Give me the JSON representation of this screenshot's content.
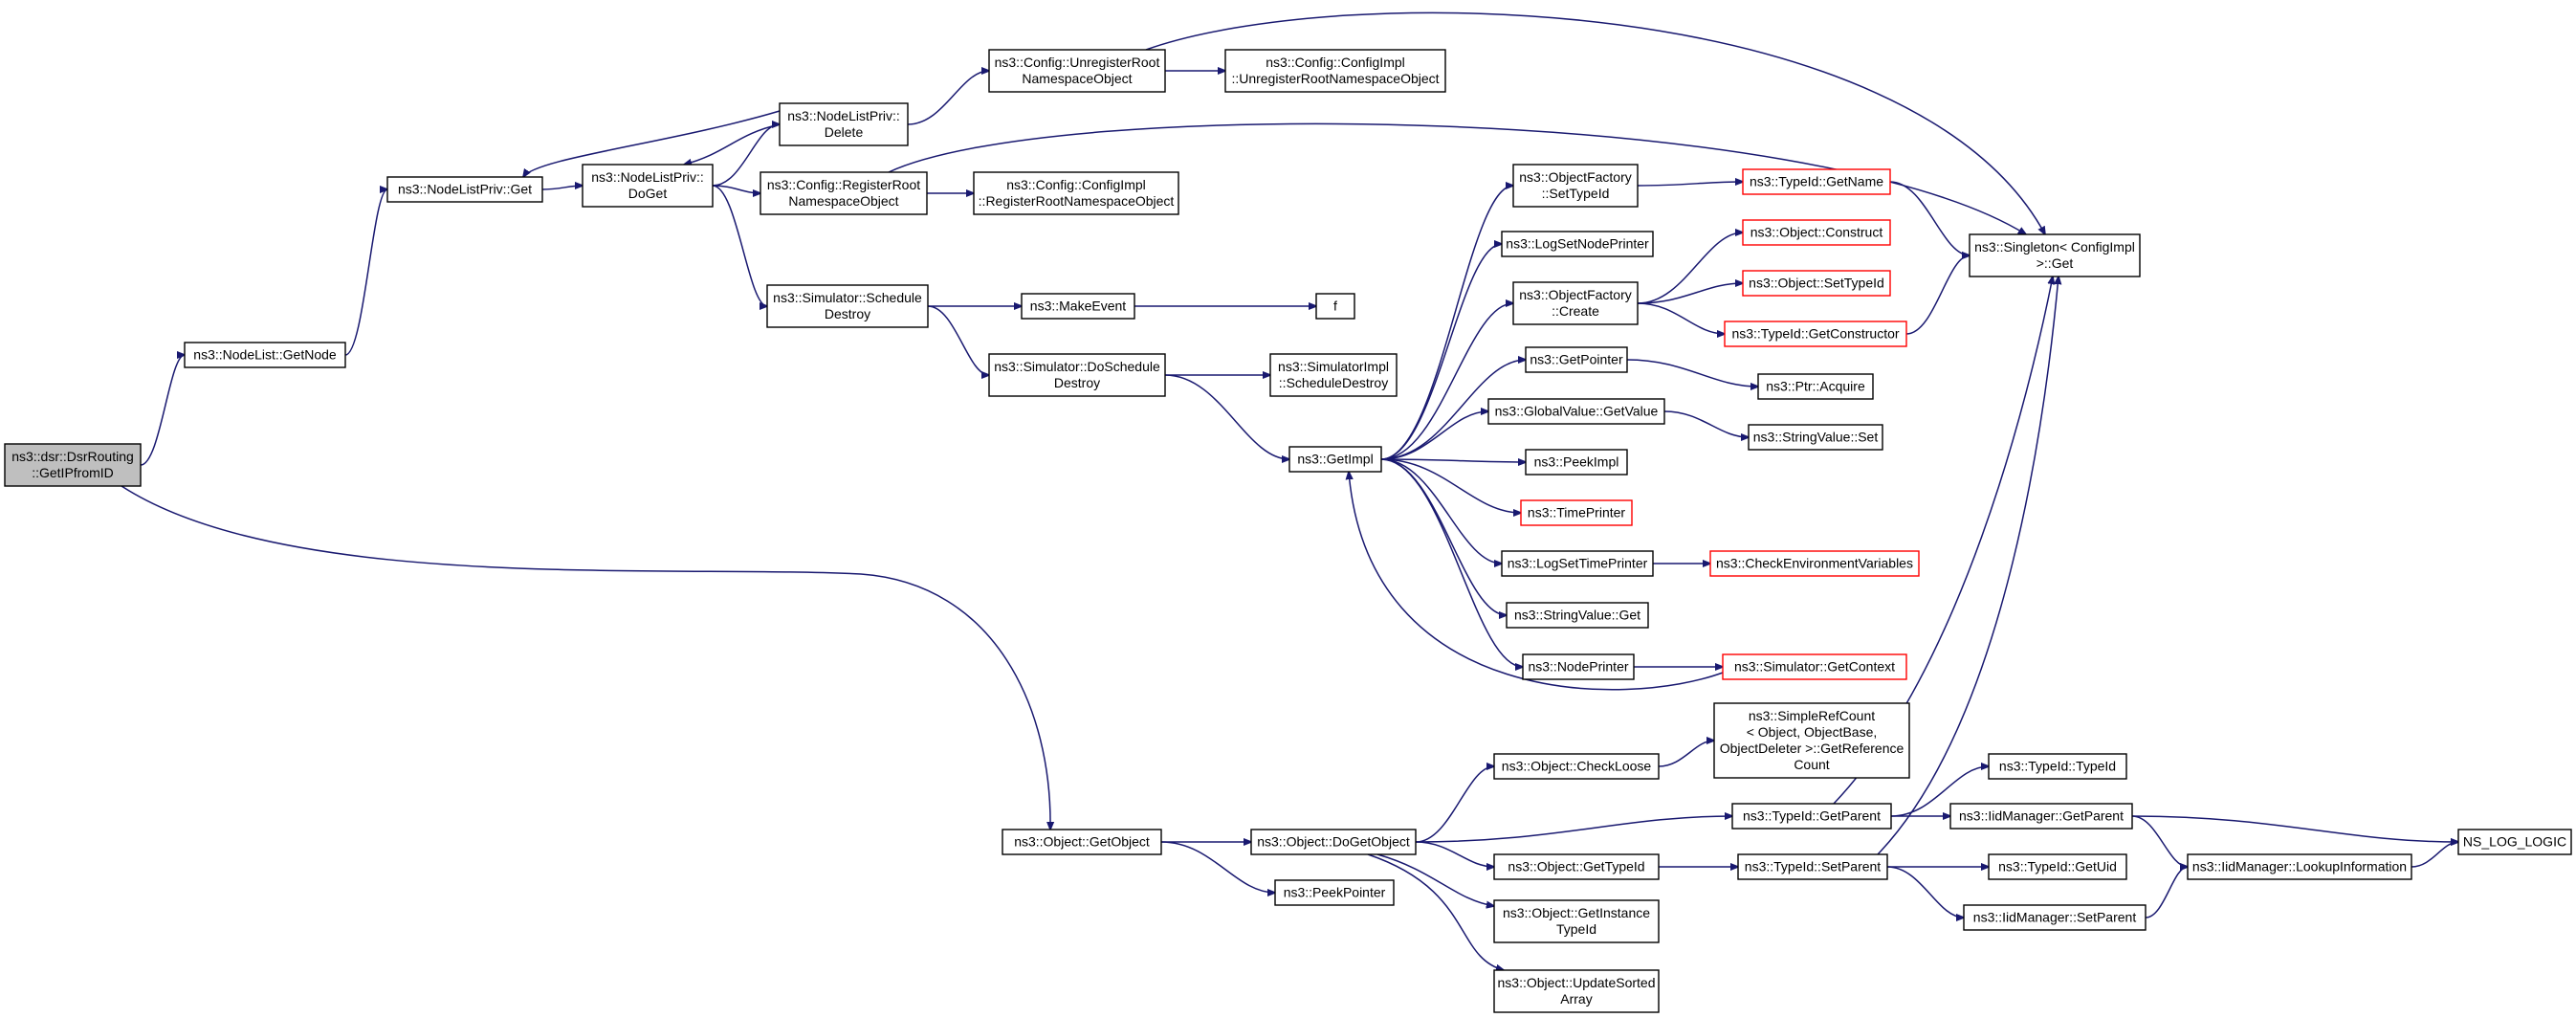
{
  "colors": {
    "edge": "#191970",
    "node_border": "#000000",
    "undocumented_border": "#ff0000",
    "root_fill": "#bfbfbf"
  },
  "nodes": [
    {
      "id": "root",
      "lines": [
        "ns3::dsr::DsrRouting",
        "::GetIPfromID"
      ],
      "root": true
    },
    {
      "id": "getnode",
      "lines": [
        "ns3::NodeList::GetNode"
      ]
    },
    {
      "id": "nlp_get",
      "lines": [
        "ns3::NodeListPriv::Get"
      ]
    },
    {
      "id": "nlp_doget",
      "lines": [
        "ns3::NodeListPriv::",
        "DoGet"
      ]
    },
    {
      "id": "nlp_delete",
      "lines": [
        "ns3::NodeListPriv::",
        "Delete"
      ]
    },
    {
      "id": "cfg_unreg",
      "lines": [
        "ns3::Config::UnregisterRoot",
        "NamespaceObject"
      ]
    },
    {
      "id": "cfgimpl_unreg",
      "lines": [
        "ns3::Config::ConfigImpl",
        "::UnregisterRootNamespaceObject"
      ]
    },
    {
      "id": "cfg_reg",
      "lines": [
        "ns3::Config::RegisterRoot",
        "NamespaceObject"
      ]
    },
    {
      "id": "cfgimpl_reg",
      "lines": [
        "ns3::Config::ConfigImpl",
        "::RegisterRootNamespaceObject"
      ]
    },
    {
      "id": "sim_sched",
      "lines": [
        "ns3::Simulator::Schedule",
        "Destroy"
      ]
    },
    {
      "id": "makeevent",
      "lines": [
        "ns3::MakeEvent"
      ]
    },
    {
      "id": "f",
      "lines": [
        "f"
      ]
    },
    {
      "id": "sim_dosched",
      "lines": [
        "ns3::Simulator::DoSchedule",
        "Destroy"
      ]
    },
    {
      "id": "simimpl_sched",
      "lines": [
        "ns3::SimulatorImpl",
        "::ScheduleDestroy"
      ]
    },
    {
      "id": "getimpl",
      "lines": [
        "ns3::GetImpl"
      ]
    },
    {
      "id": "of_settypeid",
      "lines": [
        "ns3::ObjectFactory",
        "::SetTypeId"
      ]
    },
    {
      "id": "tid_getname",
      "lines": [
        "ns3::TypeId::GetName"
      ],
      "red": true
    },
    {
      "id": "singleton",
      "lines": [
        "ns3::Singleton< ConfigImpl",
        ">::Get"
      ]
    },
    {
      "id": "logsetnode",
      "lines": [
        "ns3::LogSetNodePrinter"
      ]
    },
    {
      "id": "obj_construct",
      "lines": [
        "ns3::Object::Construct"
      ],
      "red": true
    },
    {
      "id": "of_create",
      "lines": [
        "ns3::ObjectFactory",
        "::Create"
      ]
    },
    {
      "id": "obj_settypeid",
      "lines": [
        "ns3::Object::SetTypeId"
      ],
      "red": true
    },
    {
      "id": "tid_getctor",
      "lines": [
        "ns3::TypeId::GetConstructor"
      ],
      "red": true
    },
    {
      "id": "getpointer",
      "lines": [
        "ns3::GetPointer"
      ]
    },
    {
      "id": "ptr_acquire",
      "lines": [
        "ns3::Ptr::Acquire"
      ]
    },
    {
      "id": "gv_getvalue",
      "lines": [
        "ns3::GlobalValue::GetValue"
      ]
    },
    {
      "id": "sv_set",
      "lines": [
        "ns3::StringValue::Set"
      ]
    },
    {
      "id": "peekimpl",
      "lines": [
        "ns3::PeekImpl"
      ]
    },
    {
      "id": "timeprinter",
      "lines": [
        "ns3::TimePrinter"
      ],
      "red": true
    },
    {
      "id": "logsettime",
      "lines": [
        "ns3::LogSetTimePrinter"
      ]
    },
    {
      "id": "checkenv",
      "lines": [
        "ns3::CheckEnvironmentVariables"
      ],
      "red": true
    },
    {
      "id": "sv_get",
      "lines": [
        "ns3::StringValue::Get"
      ]
    },
    {
      "id": "nodeprinter",
      "lines": [
        "ns3::NodePrinter"
      ]
    },
    {
      "id": "sim_getctx",
      "lines": [
        "ns3::Simulator::GetContext"
      ],
      "red": true
    },
    {
      "id": "obj_getobject",
      "lines": [
        "ns3::Object::GetObject"
      ]
    },
    {
      "id": "obj_dogetobject",
      "lines": [
        "ns3::Object::DoGetObject"
      ]
    },
    {
      "id": "peekpointer",
      "lines": [
        "ns3::PeekPointer"
      ]
    },
    {
      "id": "obj_checkloose",
      "lines": [
        "ns3::Object::CheckLoose"
      ]
    },
    {
      "id": "simplerefcount",
      "lines": [
        "ns3::SimpleRefCount",
        "< Object, ObjectBase,",
        "ObjectDeleter >::GetReference",
        "Count"
      ]
    },
    {
      "id": "tid_getparent",
      "lines": [
        "ns3::TypeId::GetParent"
      ]
    },
    {
      "id": "tid_typeid",
      "lines": [
        "ns3::TypeId::TypeId"
      ]
    },
    {
      "id": "iid_getparent",
      "lines": [
        "ns3::IidManager::GetParent"
      ]
    },
    {
      "id": "nslog",
      "lines": [
        "NS_LOG_LOGIC"
      ]
    },
    {
      "id": "obj_gettypeid",
      "lines": [
        "ns3::Object::GetTypeId"
      ]
    },
    {
      "id": "tid_setparent",
      "lines": [
        "ns3::TypeId::SetParent"
      ]
    },
    {
      "id": "tid_getuid",
      "lines": [
        "ns3::TypeId::GetUid"
      ]
    },
    {
      "id": "iid_lookup",
      "lines": [
        "ns3::IidManager::LookupInformation"
      ]
    },
    {
      "id": "obj_getinst",
      "lines": [
        "ns3::Object::GetInstance",
        "TypeId"
      ]
    },
    {
      "id": "iid_setparent",
      "lines": [
        "ns3::IidManager::SetParent"
      ]
    },
    {
      "id": "obj_updsorted",
      "lines": [
        "ns3::Object::UpdateSorted",
        "Array"
      ]
    }
  ],
  "edges": [
    [
      "root",
      "getnode"
    ],
    [
      "root",
      "obj_getobject"
    ],
    [
      "getnode",
      "nlp_get"
    ],
    [
      "nlp_get",
      "nlp_doget"
    ],
    [
      "nlp_doget",
      "nlp_delete"
    ],
    [
      "nlp_delete",
      "nlp_get"
    ],
    [
      "nlp_delete",
      "nlp_doget"
    ],
    [
      "nlp_delete",
      "cfg_unreg"
    ],
    [
      "cfg_unreg",
      "cfgimpl_unreg"
    ],
    [
      "cfg_unreg",
      "singleton"
    ],
    [
      "nlp_doget",
      "cfg_reg"
    ],
    [
      "cfg_reg",
      "cfgimpl_reg"
    ],
    [
      "cfg_reg",
      "singleton"
    ],
    [
      "nlp_doget",
      "sim_sched"
    ],
    [
      "sim_sched",
      "makeevent"
    ],
    [
      "makeevent",
      "f"
    ],
    [
      "sim_sched",
      "sim_dosched"
    ],
    [
      "sim_dosched",
      "simimpl_sched"
    ],
    [
      "sim_dosched",
      "getimpl"
    ],
    [
      "getimpl",
      "of_settypeid"
    ],
    [
      "getimpl",
      "logsetnode"
    ],
    [
      "getimpl",
      "of_create"
    ],
    [
      "getimpl",
      "getpointer"
    ],
    [
      "getimpl",
      "gv_getvalue"
    ],
    [
      "getimpl",
      "peekimpl"
    ],
    [
      "getimpl",
      "timeprinter"
    ],
    [
      "getimpl",
      "logsettime"
    ],
    [
      "getimpl",
      "sv_get"
    ],
    [
      "getimpl",
      "nodeprinter"
    ],
    [
      "of_settypeid",
      "tid_getname"
    ],
    [
      "tid_getname",
      "singleton"
    ],
    [
      "of_create",
      "obj_construct"
    ],
    [
      "of_create",
      "obj_settypeid"
    ],
    [
      "of_create",
      "tid_getctor"
    ],
    [
      "tid_getctor",
      "singleton"
    ],
    [
      "getpointer",
      "ptr_acquire"
    ],
    [
      "gv_getvalue",
      "sv_set"
    ],
    [
      "logsettime",
      "checkenv"
    ],
    [
      "nodeprinter",
      "sim_getctx"
    ],
    [
      "sim_getctx",
      "getimpl"
    ],
    [
      "obj_getobject",
      "obj_dogetobject"
    ],
    [
      "obj_getobject",
      "peekpointer"
    ],
    [
      "obj_dogetobject",
      "obj_checkloose"
    ],
    [
      "obj_checkloose",
      "simplerefcount"
    ],
    [
      "obj_dogetobject",
      "tid_getparent"
    ],
    [
      "obj_dogetobject",
      "obj_gettypeid"
    ],
    [
      "obj_dogetobject",
      "obj_getinst"
    ],
    [
      "obj_dogetobject",
      "obj_updsorted"
    ],
    [
      "tid_getparent",
      "tid_typeid"
    ],
    [
      "tid_getparent",
      "iid_getparent"
    ],
    [
      "tid_getparent",
      "singleton"
    ],
    [
      "iid_getparent",
      "nslog"
    ],
    [
      "iid_getparent",
      "iid_lookup"
    ],
    [
      "obj_gettypeid",
      "tid_setparent"
    ],
    [
      "tid_setparent",
      "tid_getuid"
    ],
    [
      "tid_setparent",
      "iid_setparent"
    ],
    [
      "tid_setparent",
      "singleton"
    ],
    [
      "iid_lookup",
      "nslog"
    ],
    [
      "iid_setparent",
      "iid_lookup"
    ]
  ]
}
